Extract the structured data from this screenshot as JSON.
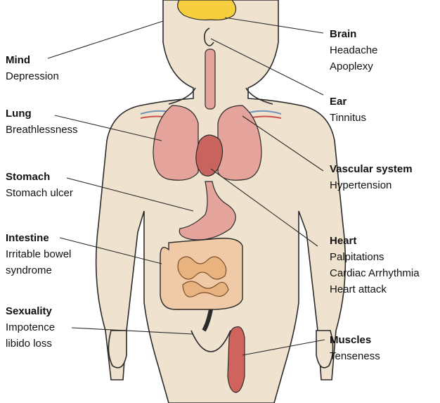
{
  "labels": {
    "mind": {
      "title": "Mind",
      "lines": [
        "Depression"
      ]
    },
    "lung": {
      "title": "Lung",
      "lines": [
        "Breathlessness"
      ]
    },
    "stomach": {
      "title": "Stomach",
      "lines": [
        "Stomach ulcer"
      ]
    },
    "intestine": {
      "title": "Intestine",
      "lines": [
        "Irritable bowel",
        "syndrome"
      ]
    },
    "sexuality": {
      "title": "Sexuality",
      "lines": [
        "Impotence",
        "libido loss"
      ]
    },
    "brain": {
      "title": "Brain",
      "lines": [
        "Headache",
        "Apoplexy"
      ]
    },
    "ear": {
      "title": "Ear",
      "lines": [
        "Tinnitus"
      ]
    },
    "vascular": {
      "title": "Vascular system",
      "lines": [
        "Hypertension"
      ]
    },
    "heart": {
      "title": "Heart",
      "lines": [
        "Palpitations",
        "Cardiac Arrhythmia",
        "Heart attack"
      ]
    },
    "muscles": {
      "title": "Muscles",
      "lines": [
        "Tenseness"
      ]
    }
  },
  "colors": {
    "skin": "#efe2cf",
    "skin_outline": "#2b2b2b",
    "organ": "#e4a39b",
    "organ_dark": "#c8645d",
    "brain": "#f7cf3e",
    "intestine": "#f0c9a6",
    "vessel_blue": "#6f93b8",
    "vessel_red": "#c9534a"
  }
}
